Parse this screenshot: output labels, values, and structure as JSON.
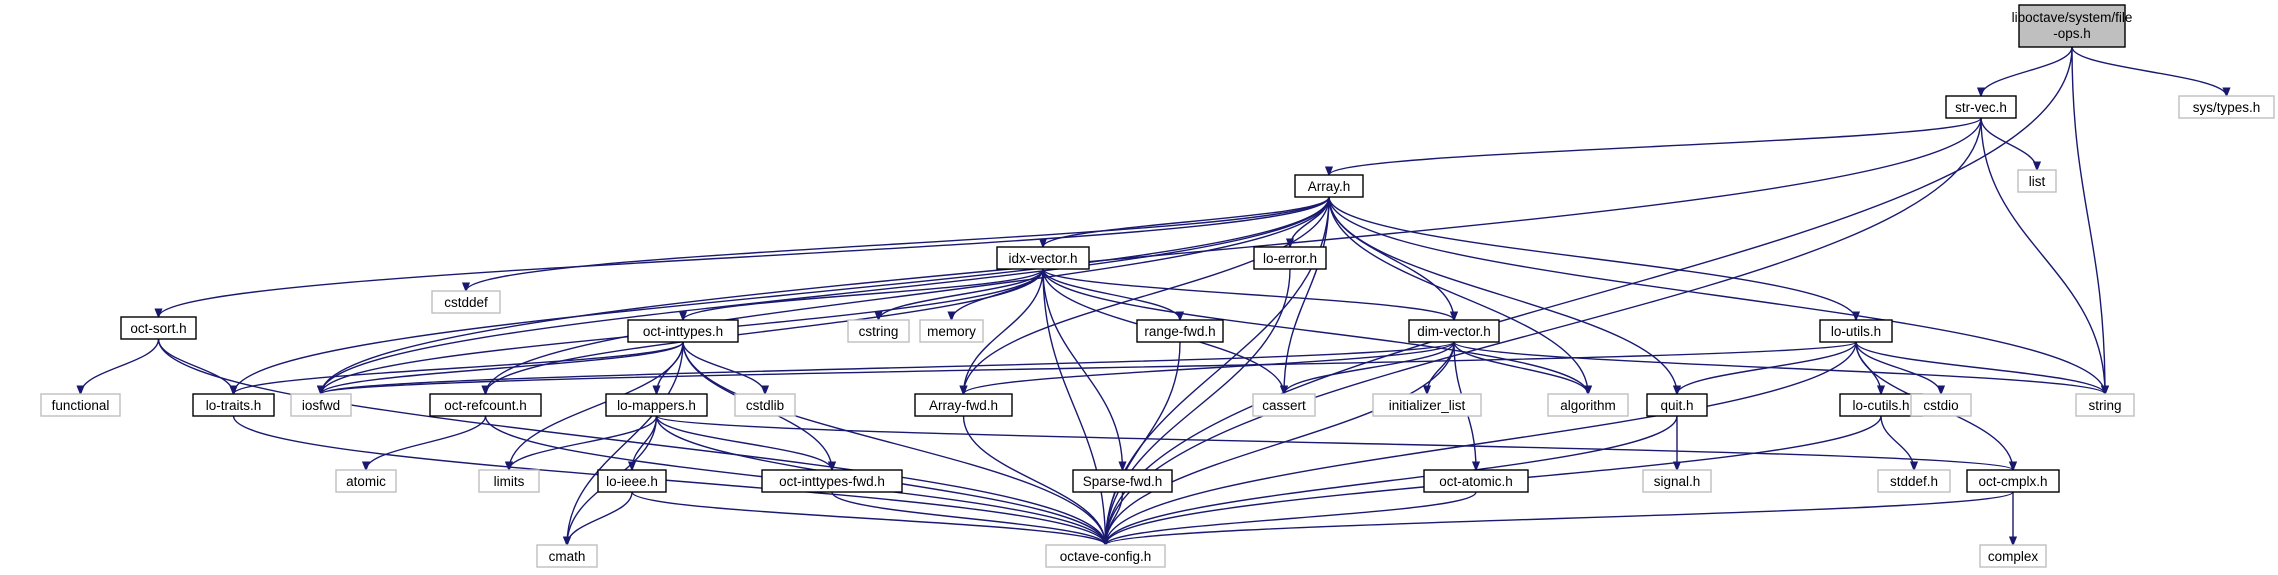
{
  "colors": {
    "edge": "#191970",
    "root_fill": "#bfbfbf",
    "root_stroke": "#000000",
    "node_fill": "#ffffff",
    "node_stroke": "#000000",
    "external_stroke": "#bfbfbf",
    "external_text": "#000000"
  },
  "nodes": [
    {
      "id": "root",
      "label": "liboctave/system/file-ops.h",
      "kind": "root"
    },
    {
      "id": "strvec",
      "label": "str-vec.h",
      "kind": "internal"
    },
    {
      "id": "systypes",
      "label": "sys/types.h",
      "kind": "external"
    },
    {
      "id": "array",
      "label": "Array.h",
      "kind": "internal"
    },
    {
      "id": "list",
      "label": "list",
      "kind": "external"
    },
    {
      "id": "string",
      "label": "string",
      "kind": "external"
    },
    {
      "id": "cstddef",
      "label": "cstddef",
      "kind": "external"
    },
    {
      "id": "idxvector",
      "label": "idx-vector.h",
      "kind": "internal"
    },
    {
      "id": "loerror",
      "label": "lo-error.h",
      "kind": "internal"
    },
    {
      "id": "octsort",
      "label": "oct-sort.h",
      "kind": "internal"
    },
    {
      "id": "octinttypes",
      "label": "oct-inttypes.h",
      "kind": "internal"
    },
    {
      "id": "cstring",
      "label": "cstring",
      "kind": "external"
    },
    {
      "id": "memory",
      "label": "memory",
      "kind": "external"
    },
    {
      "id": "rangefwd",
      "label": "range-fwd.h",
      "kind": "internal"
    },
    {
      "id": "dimvector",
      "label": "dim-vector.h",
      "kind": "internal"
    },
    {
      "id": "loutils",
      "label": "lo-utils.h",
      "kind": "internal"
    },
    {
      "id": "functional",
      "label": "functional",
      "kind": "external"
    },
    {
      "id": "lotraits",
      "label": "lo-traits.h",
      "kind": "internal"
    },
    {
      "id": "iosfwd",
      "label": "iosfwd",
      "kind": "external"
    },
    {
      "id": "octrefcount",
      "label": "oct-refcount.h",
      "kind": "internal"
    },
    {
      "id": "cstdlib",
      "label": "cstdlib",
      "kind": "external"
    },
    {
      "id": "lomappers",
      "label": "lo-mappers.h",
      "kind": "internal"
    },
    {
      "id": "arrayfwd",
      "label": "Array-fwd.h",
      "kind": "internal"
    },
    {
      "id": "cassert",
      "label": "cassert",
      "kind": "external"
    },
    {
      "id": "initializer_list",
      "label": "initializer_list",
      "kind": "external"
    },
    {
      "id": "algorithm",
      "label": "algorithm",
      "kind": "external"
    },
    {
      "id": "quit",
      "label": "quit.h",
      "kind": "internal"
    },
    {
      "id": "locutils",
      "label": "lo-cutils.h",
      "kind": "internal"
    },
    {
      "id": "cstdio",
      "label": "cstdio",
      "kind": "external"
    },
    {
      "id": "atomic",
      "label": "atomic",
      "kind": "external"
    },
    {
      "id": "limits",
      "label": "limits",
      "kind": "external"
    },
    {
      "id": "loieee",
      "label": "lo-ieee.h",
      "kind": "internal"
    },
    {
      "id": "octinttypesfwd",
      "label": "oct-inttypes-fwd.h",
      "kind": "internal"
    },
    {
      "id": "sparsefwd",
      "label": "Sparse-fwd.h",
      "kind": "internal"
    },
    {
      "id": "octatomic",
      "label": "oct-atomic.h",
      "kind": "internal"
    },
    {
      "id": "signal",
      "label": "signal.h",
      "kind": "external"
    },
    {
      "id": "stddef",
      "label": "stddef.h",
      "kind": "external"
    },
    {
      "id": "octcmplx",
      "label": "oct-cmplx.h",
      "kind": "internal"
    },
    {
      "id": "cmath",
      "label": "cmath",
      "kind": "external"
    },
    {
      "id": "octaveconfig",
      "label": "octave-config.h",
      "kind": "external"
    },
    {
      "id": "complex",
      "label": "complex",
      "kind": "external"
    }
  ],
  "edges": [
    [
      "root",
      "strvec"
    ],
    [
      "root",
      "systypes"
    ],
    [
      "root",
      "string"
    ],
    [
      "root",
      "octaveconfig"
    ],
    [
      "strvec",
      "array"
    ],
    [
      "strvec",
      "list"
    ],
    [
      "strvec",
      "string"
    ],
    [
      "strvec",
      "iosfwd"
    ],
    [
      "strvec",
      "octaveconfig"
    ],
    [
      "array",
      "cstddef"
    ],
    [
      "array",
      "idxvector"
    ],
    [
      "array",
      "loerror"
    ],
    [
      "array",
      "octsort"
    ],
    [
      "array",
      "dimvector"
    ],
    [
      "array",
      "loutils"
    ],
    [
      "array",
      "string"
    ],
    [
      "array",
      "iosfwd"
    ],
    [
      "array",
      "lotraits"
    ],
    [
      "array",
      "octrefcount"
    ],
    [
      "array",
      "arrayfwd"
    ],
    [
      "array",
      "cassert"
    ],
    [
      "array",
      "algorithm"
    ],
    [
      "array",
      "quit"
    ],
    [
      "array",
      "octaveconfig"
    ],
    [
      "idxvector",
      "octinttypes"
    ],
    [
      "idxvector",
      "cstring"
    ],
    [
      "idxvector",
      "memory"
    ],
    [
      "idxvector",
      "rangefwd"
    ],
    [
      "idxvector",
      "dimvector"
    ],
    [
      "idxvector",
      "iosfwd"
    ],
    [
      "idxvector",
      "octrefcount"
    ],
    [
      "idxvector",
      "arrayfwd"
    ],
    [
      "idxvector",
      "cassert"
    ],
    [
      "idxvector",
      "algorithm"
    ],
    [
      "idxvector",
      "sparsefwd"
    ],
    [
      "idxvector",
      "octaveconfig"
    ],
    [
      "loerror",
      "octaveconfig"
    ],
    [
      "octsort",
      "functional"
    ],
    [
      "octsort",
      "lotraits"
    ],
    [
      "octsort",
      "octaveconfig"
    ],
    [
      "octinttypes",
      "lotraits"
    ],
    [
      "octinttypes",
      "iosfwd"
    ],
    [
      "octinttypes",
      "cstdlib"
    ],
    [
      "octinttypes",
      "lomappers"
    ],
    [
      "octinttypes",
      "limits"
    ],
    [
      "octinttypes",
      "cmath"
    ],
    [
      "octinttypes",
      "octinttypesfwd"
    ],
    [
      "octinttypes",
      "octaveconfig"
    ],
    [
      "rangefwd",
      "octaveconfig"
    ],
    [
      "dimvector",
      "cassert"
    ],
    [
      "dimvector",
      "initializer_list"
    ],
    [
      "dimvector",
      "algorithm"
    ],
    [
      "dimvector",
      "string"
    ],
    [
      "dimvector",
      "iosfwd"
    ],
    [
      "dimvector",
      "arrayfwd"
    ],
    [
      "dimvector",
      "octatomic"
    ],
    [
      "dimvector",
      "octaveconfig"
    ],
    [
      "loutils",
      "string"
    ],
    [
      "loutils",
      "cstdio"
    ],
    [
      "loutils",
      "locutils"
    ],
    [
      "loutils",
      "quit"
    ],
    [
      "loutils",
      "octcmplx"
    ],
    [
      "loutils",
      "iosfwd"
    ],
    [
      "loutils",
      "octaveconfig"
    ],
    [
      "lotraits",
      "octaveconfig"
    ],
    [
      "octrefcount",
      "atomic"
    ],
    [
      "octrefcount",
      "octaveconfig"
    ],
    [
      "lomappers",
      "limits"
    ],
    [
      "lomappers",
      "loieee"
    ],
    [
      "lomappers",
      "octinttypesfwd"
    ],
    [
      "lomappers",
      "octcmplx"
    ],
    [
      "lomappers",
      "cmath"
    ],
    [
      "lomappers",
      "octaveconfig"
    ],
    [
      "arrayfwd",
      "octaveconfig"
    ],
    [
      "quit",
      "signal"
    ],
    [
      "quit",
      "octaveconfig"
    ],
    [
      "locutils",
      "stddef"
    ],
    [
      "locutils",
      "octaveconfig"
    ],
    [
      "loieee",
      "cmath"
    ],
    [
      "loieee",
      "octaveconfig"
    ],
    [
      "octinttypesfwd",
      "octaveconfig"
    ],
    [
      "sparsefwd",
      "octaveconfig"
    ],
    [
      "octatomic",
      "octaveconfig"
    ],
    [
      "octcmplx",
      "complex"
    ],
    [
      "octcmplx",
      "octaveconfig"
    ]
  ]
}
